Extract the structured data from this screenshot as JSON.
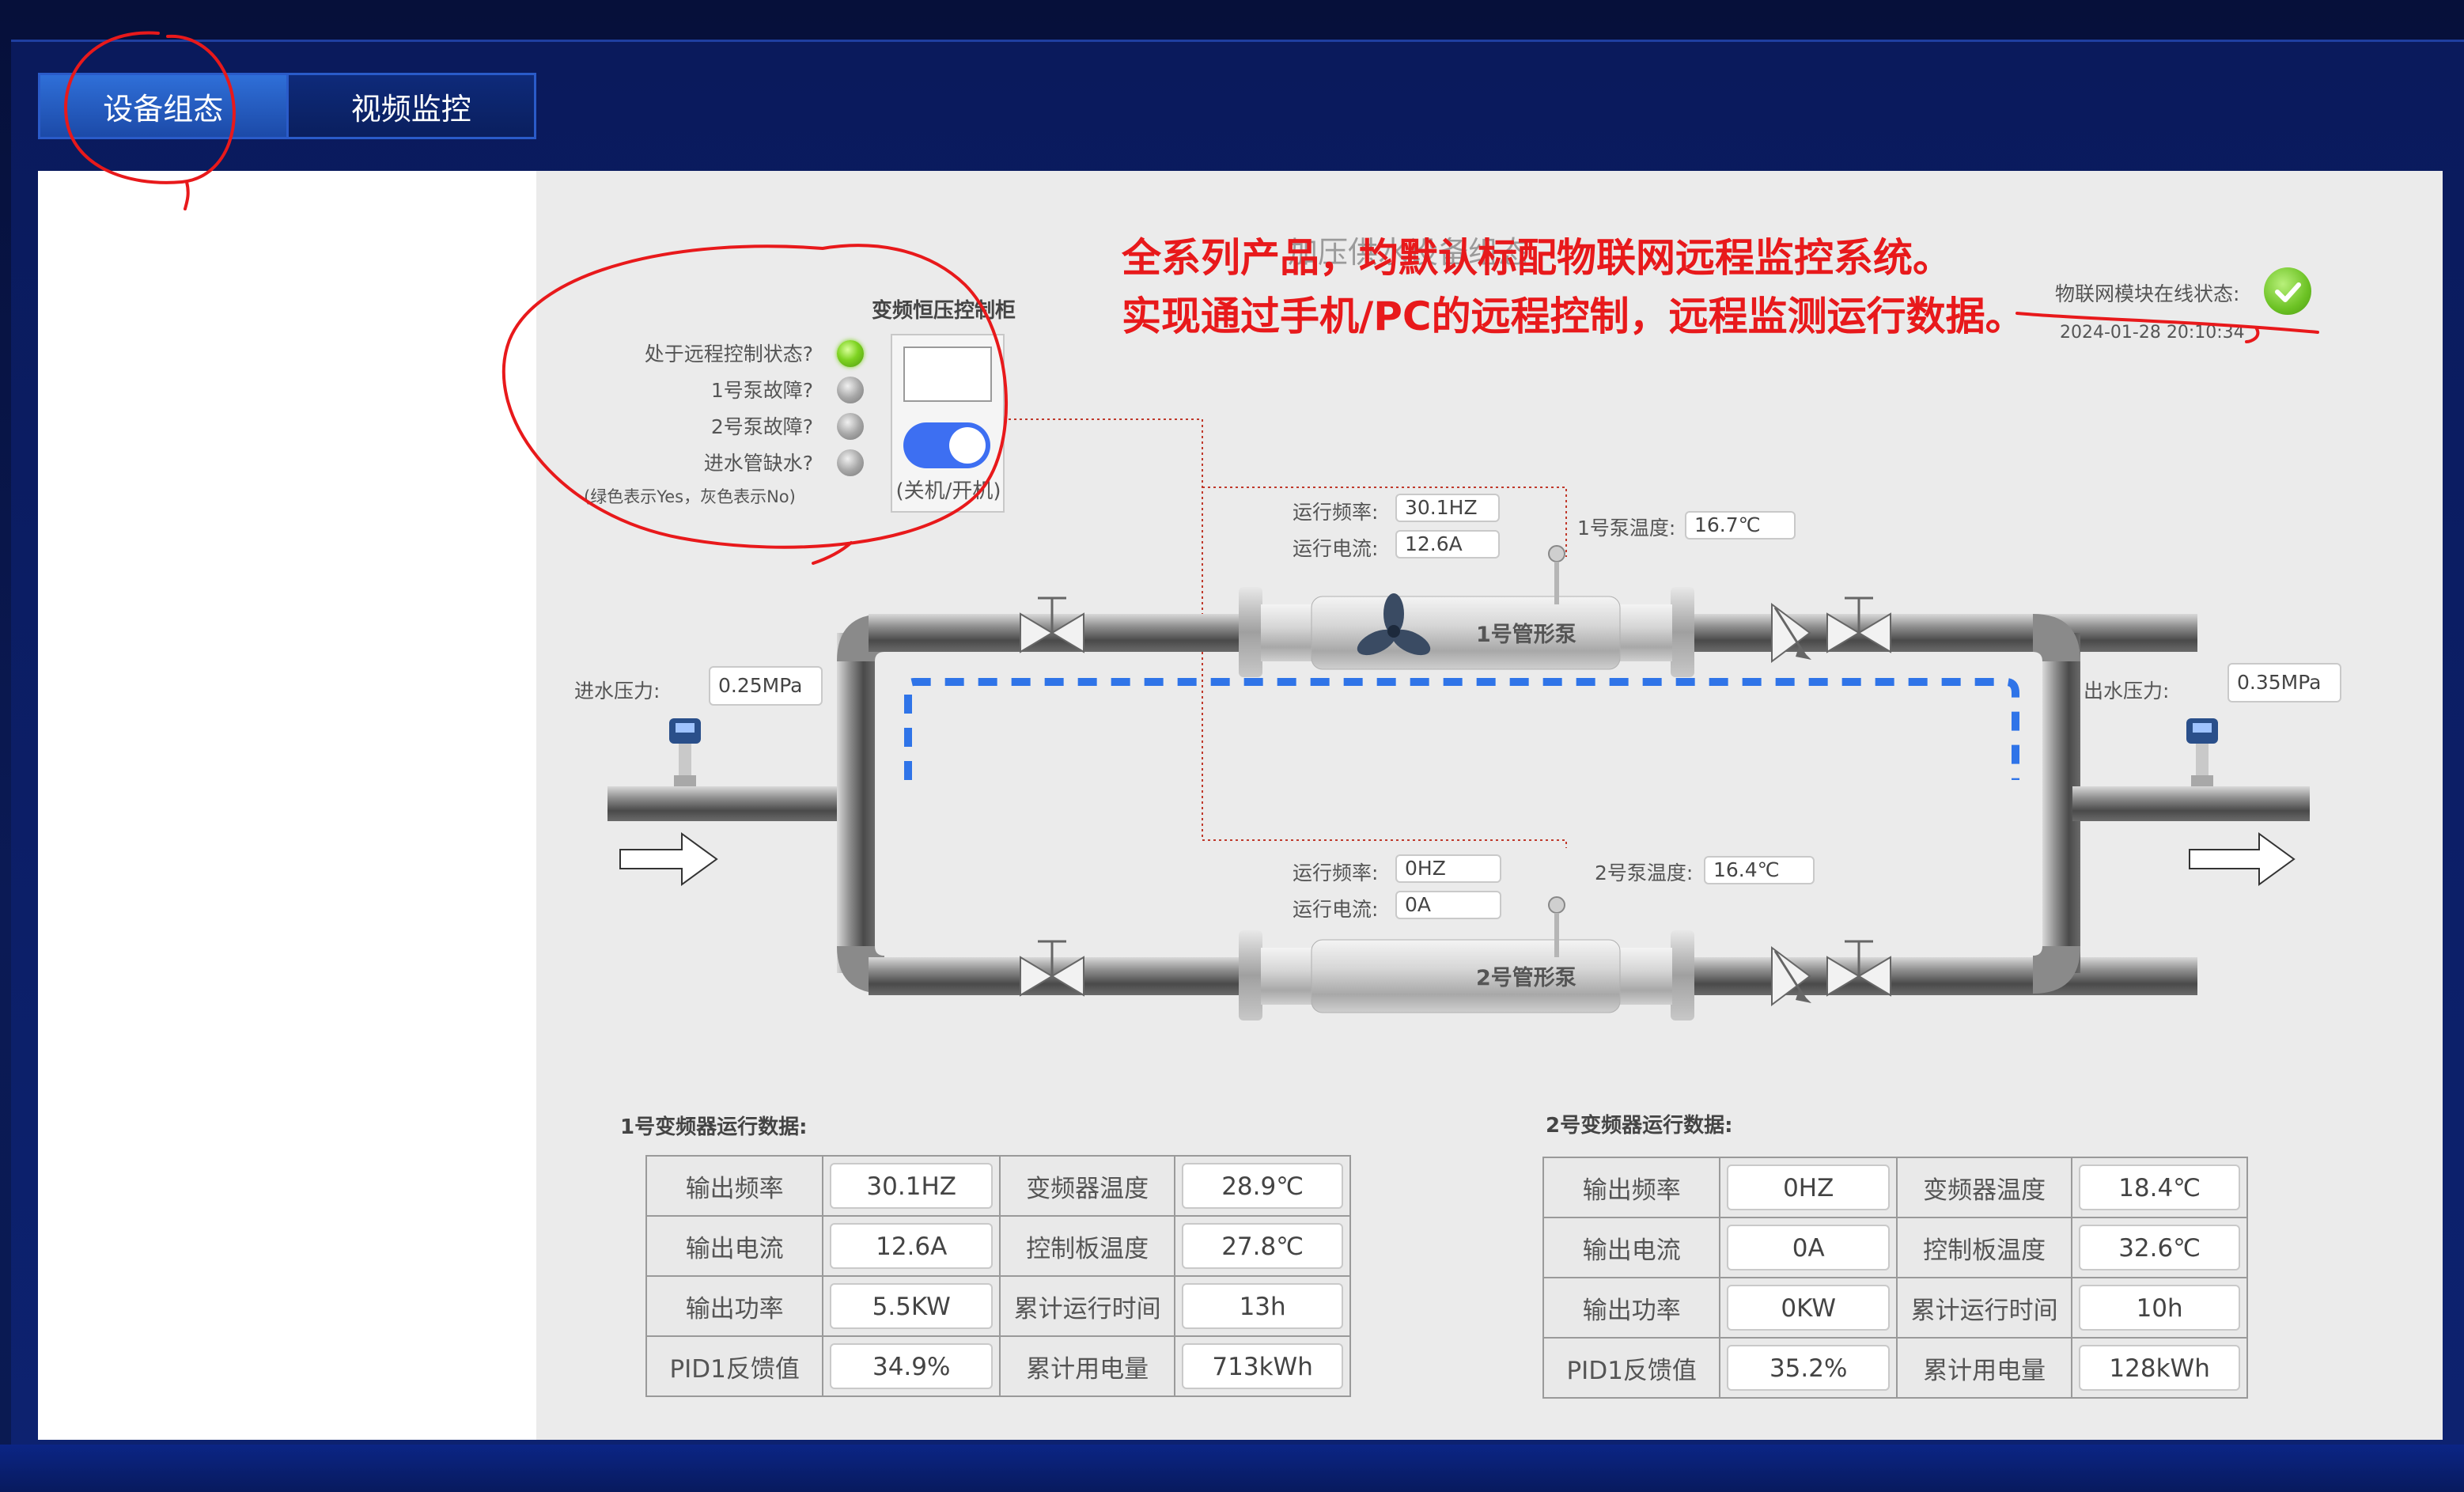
{
  "tabs": [
    {
      "label": "设备组态",
      "active": true
    },
    {
      "label": "视频监控",
      "active": false
    }
  ],
  "diagram": {
    "faded_title": "加压供水设备组态",
    "cabinet": {
      "title": "变频恒压控制柜",
      "statuses": [
        {
          "label": "处于远程控制状态?",
          "state": "on"
        },
        {
          "label": "1号泵故障?",
          "state": "off"
        },
        {
          "label": "2号泵故障?",
          "state": "off"
        },
        {
          "label": "进水管缺水?",
          "state": "off"
        }
      ],
      "legend": "(绿色表示Yes，灰色表示No)",
      "toggle_caption": "(关机/开机)",
      "toggle_on": true
    },
    "iot": {
      "label": "物联网模块在线状态:",
      "timestamp": "2024-01-28 20:10:34",
      "online": true
    },
    "pump1": {
      "name": "1号管形泵",
      "freq_label": "运行频率:",
      "freq": "30.1HZ",
      "current_label": "运行电流:",
      "current": "12.6A",
      "temp_label": "1号泵温度:",
      "temp": "16.7℃"
    },
    "pump2": {
      "name": "2号管形泵",
      "freq_label": "运行频率:",
      "freq": "0HZ",
      "current_label": "运行电流:",
      "current": "0A",
      "temp_label": "2号泵温度:",
      "temp": "16.4℃"
    },
    "inlet": {
      "label": "进水压力:",
      "value": "0.25MPa"
    },
    "outlet": {
      "label": "出水压力:",
      "value": "0.35MPa"
    }
  },
  "vfd1": {
    "title": "1号变频器运行数据:",
    "rows": [
      [
        "输出频率",
        "30.1HZ",
        "变频器温度",
        "28.9℃"
      ],
      [
        "输出电流",
        "12.6A",
        "控制板温度",
        "27.8℃"
      ],
      [
        "输出功率",
        "5.5KW",
        "累计运行时间",
        "13h"
      ],
      [
        "PID1反馈值",
        "34.9%",
        "累计用电量",
        "713kWh"
      ]
    ]
  },
  "vfd2": {
    "title": "2号变频器运行数据:",
    "rows": [
      [
        "输出频率",
        "0HZ",
        "变频器温度",
        "18.4℃"
      ],
      [
        "输出电流",
        "0A",
        "控制板温度",
        "32.6℃"
      ],
      [
        "输出功率",
        "0KW",
        "累计运行时间",
        "10h"
      ],
      [
        "PID1反馈值",
        "35.2%",
        "累计用电量",
        "128kWh"
      ]
    ]
  },
  "annotation": {
    "line1": "全系列产品，均默认标配物联网远程监控系统。",
    "line2": "实现通过手机/PC的远程控制，远程监测运行数据。",
    "color": "#e8191b"
  },
  "colors": {
    "frame": "#0a1440",
    "tab_active": "#2f6fd8",
    "accent": "#3d6ff2",
    "flow_dash": "#2f74e8",
    "lamp_on": "#7ed321"
  }
}
